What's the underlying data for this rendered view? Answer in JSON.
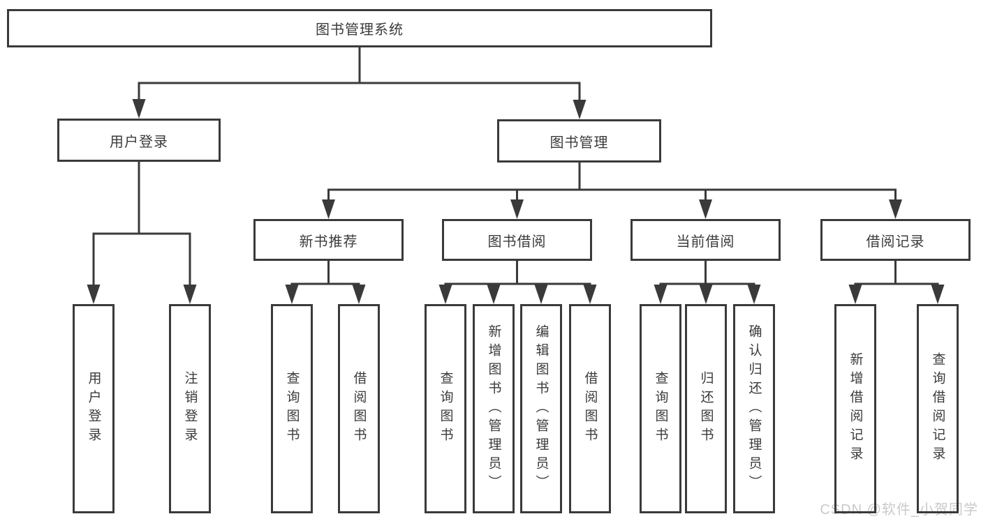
{
  "tree": {
    "label": "图书管理系统",
    "children": [
      {
        "label": "用户登录",
        "children": [
          {
            "label": "用户登录"
          },
          {
            "label": "注销登录"
          }
        ]
      },
      {
        "label": "图书管理",
        "children": [
          {
            "label": "新书推荐",
            "children": [
              {
                "label": "查询图书"
              },
              {
                "label": "借阅图书"
              }
            ]
          },
          {
            "label": "图书借阅",
            "children": [
              {
                "label": "查询图书"
              },
              {
                "label": "新增图书（管理员）"
              },
              {
                "label": "编辑图书（管理员）"
              },
              {
                "label": "借阅图书"
              }
            ]
          },
          {
            "label": "当前借阅",
            "children": [
              {
                "label": "查询图书"
              },
              {
                "label": "归还图书"
              },
              {
                "label": "确认归还（管理员）"
              }
            ]
          },
          {
            "label": "借阅记录",
            "children": [
              {
                "label": "新增借阅记录"
              },
              {
                "label": "查询借阅记录"
              }
            ]
          }
        ]
      }
    ]
  },
  "watermark": {
    "text": "CSDN @软件_小贺同学"
  },
  "colors": {
    "line": "#3a3a3a",
    "text": "#3b3b3b",
    "watermark": "#c9c9c9",
    "background": "#ffffff"
  }
}
